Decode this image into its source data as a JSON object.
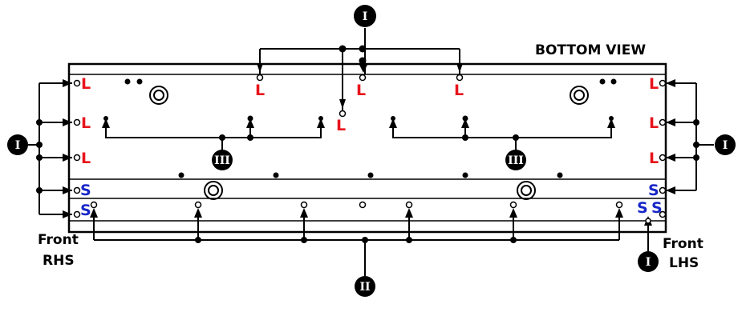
{
  "title": "BOTTOM VIEW",
  "front_rhs": [
    "Front",
    "RHS"
  ],
  "front_lhs": [
    "Front",
    "LHS"
  ],
  "colors": {
    "L": "#e8141c",
    "S": "#1826c8",
    "ink": "#000000"
  },
  "circuits": {
    "I": "I",
    "II": "II",
    "III": "III"
  },
  "letters": {
    "L": "L",
    "S": "S"
  }
}
